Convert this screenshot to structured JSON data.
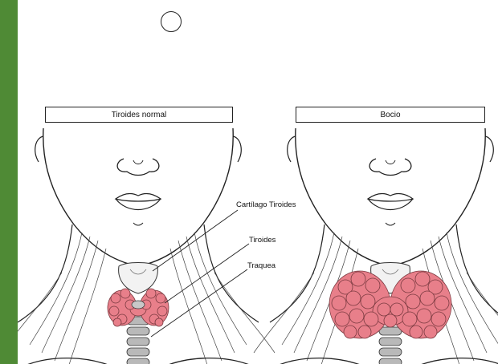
{
  "panels": {
    "left_title": "Tiroides normal",
    "right_title": "Bocio"
  },
  "labels": {
    "cartilage": "Cartílago Tiroides",
    "thyroid": "Tiroides",
    "trachea": "Traquea"
  },
  "colors": {
    "sidebar": "#4f8a35",
    "gland": "#e87f8a",
    "gland_outline": "#7a3a40"
  }
}
